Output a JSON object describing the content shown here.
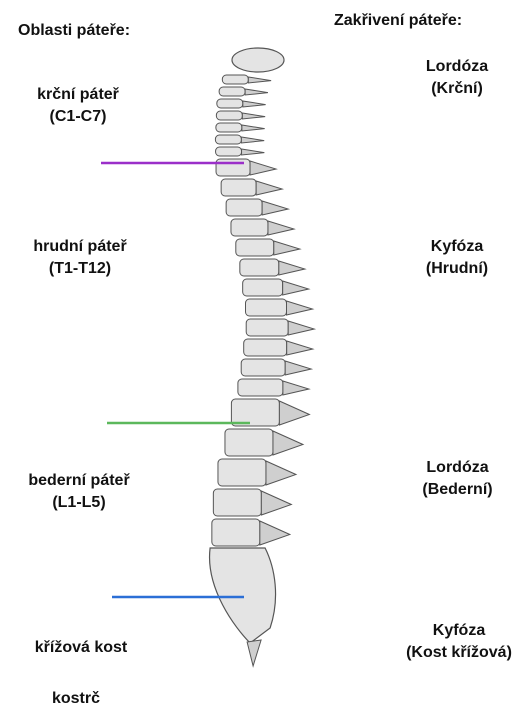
{
  "headings": {
    "regions": "Oblasti páteře:",
    "curvatures": "Zakřivení páteře:"
  },
  "regions": {
    "cervical": {
      "line1": "krční páteř",
      "line2": "(C1-C7)"
    },
    "thoracic": {
      "line1": "hrudní páteř",
      "line2": "(T1-T12)"
    },
    "lumbar": {
      "line1": "bederní páteř",
      "line2": "(L1-L5)"
    },
    "sacrum": {
      "line1": "křížová kost"
    },
    "coccyx": {
      "line1": "kostrč"
    }
  },
  "curvatures": {
    "cervical": {
      "line1": "Lordóza",
      "line2": "(Krční)"
    },
    "thoracic": {
      "line1": "Kyfóza",
      "line2": "(Hrudní)"
    },
    "lumbar": {
      "line1": "Lordóza",
      "line2": "(Bederní)"
    },
    "sacral": {
      "line1": "Kyfóza",
      "line2": "(Kost křížová)"
    }
  },
  "colors": {
    "cervical_thoracic_divider": "#9b2fc9",
    "thoracic_lumbar_divider": "#5cb85c",
    "lumbar_sacral_divider": "#2b6fd6",
    "bone_fill": "#e4e4e4",
    "bone_stroke": "#555555"
  }
}
